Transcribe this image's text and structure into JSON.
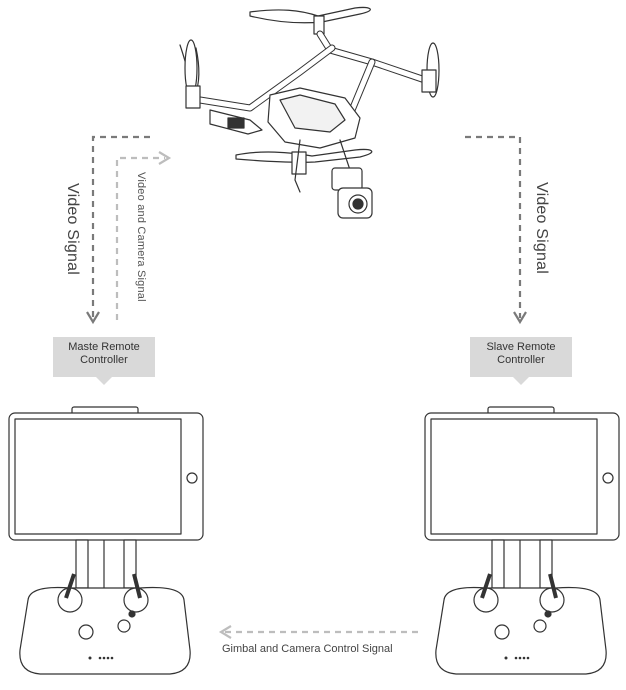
{
  "signals": {
    "left_video": "Video Signal",
    "left_video_camera": "Video and Camera Signal",
    "right_video": "Video Signal",
    "gimbal_control": "Gimbal and Camera Control Signal"
  },
  "controllers": {
    "master_label_line1": "Maste Remote",
    "master_label_line2": "Controller",
    "slave_label_line1": "Slave Remote",
    "slave_label_line2": "Controller"
  },
  "colors": {
    "arrow_dark": "#7a7a7a",
    "arrow_light": "#bdbdbd",
    "label_bg": "#d9d9d9",
    "line": "#333333"
  }
}
